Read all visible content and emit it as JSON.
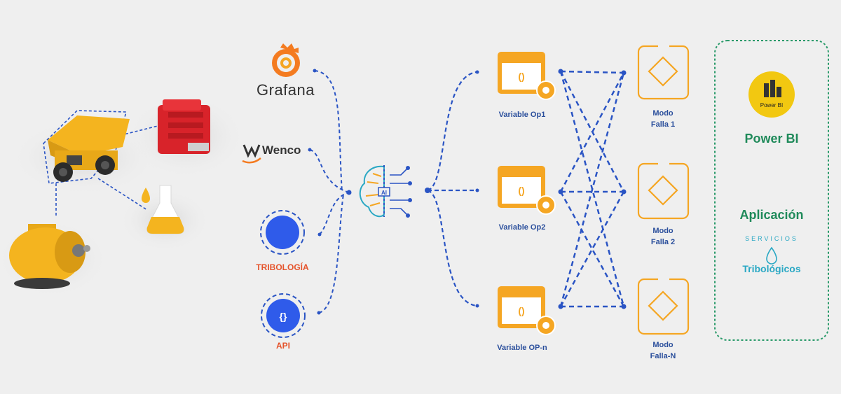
{
  "sources": {
    "grafana": "Grafana",
    "wenco": "Wenco",
    "tribologia": "TRIBOLOGÍA",
    "api": "API"
  },
  "api_icon_glyph": "{}",
  "ai_chip_label": "AI",
  "variables": [
    {
      "label": "Variable Op1",
      "glyph": "()"
    },
    {
      "label": "Variable Op2",
      "glyph": "()"
    },
    {
      "label": "Variable OP-n",
      "glyph": "()"
    }
  ],
  "failure_modes": [
    {
      "line1": "Modo",
      "line2": "Falla 1"
    },
    {
      "line1": "Modo",
      "line2": "Falla 2"
    },
    {
      "line1": "Modo",
      "line2": "Falla-N"
    }
  ],
  "outputs": {
    "powerbi_badge": "Power BI",
    "powerbi_title": "Power BI",
    "app_title": "Aplicación",
    "servicios": "SERVICIOS",
    "tribologicos": "Tribológicos"
  },
  "colors": {
    "link_blue": "#2a54c4",
    "node_blue": "#2f5bea",
    "orange": "#f5a623",
    "green_border": "#2a9a6a",
    "teal": "#2aa8c4"
  }
}
